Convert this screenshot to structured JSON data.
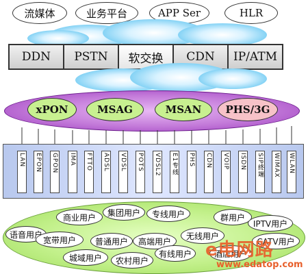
{
  "service_layer": [
    "流媒体",
    "业务平台",
    "APP Ser",
    "HLR"
  ],
  "network_layer": [
    "DDN",
    "PSTN",
    "软交换",
    "CDN",
    "IP/ATM"
  ],
  "access_nodes": [
    "xPON",
    "MSAG",
    "MSAN",
    "PHS/3G"
  ],
  "access_node_colors": [
    "#c8f090",
    "#c8f090",
    "#c8f090",
    "#f7c2c8"
  ],
  "ports": [
    "LAN",
    "EPON",
    "GPON",
    "IMA",
    "FTTO",
    "ADSL",
    "VDSL",
    "POTS",
    "VDSL2",
    "E1专线",
    "PHS",
    "CDN",
    "VOIP",
    "ISDN",
    "SIP终端",
    "WIMAX",
    "WLAN"
  ],
  "users": [
    "商业用户",
    "集团用户",
    "专线用户",
    "群用户",
    "语音用户",
    "宽带用户",
    "普通用户",
    "高端用户",
    "无线用户",
    "IPTV用户",
    "城域用户",
    "农村用户",
    "有线用户",
    "酒店用户",
    "CATV用户"
  ],
  "watermark": {
    "text": "e电网路",
    "url": "www.edatop.com"
  },
  "colors": {
    "cloud": "#7fd0f2",
    "access_ring": "#b65bd3",
    "port_frame": "#c6d4f6",
    "user_ring": "#b8ec7a"
  }
}
